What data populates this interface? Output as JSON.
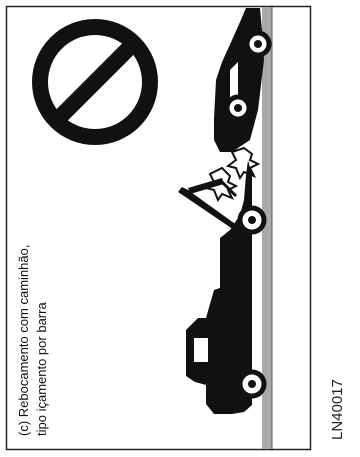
{
  "caption": {
    "line1": "(c) Rebocamento com caminhão,",
    "line2": "tipo içamento por barra"
  },
  "figure_code": "LN40017",
  "icons": {
    "prohibition": "prohibition-sign-icon",
    "tow_truck": "tow-truck-icon",
    "car": "car-icon"
  },
  "colors": {
    "ink": "#111111",
    "road": "#a9a9a9",
    "frame": "#222222"
  }
}
